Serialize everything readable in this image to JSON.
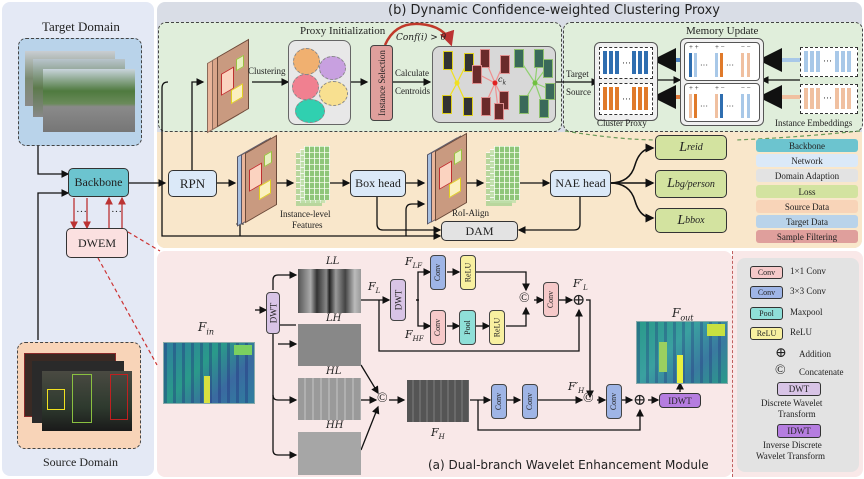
{
  "left_panel": {
    "target_domain_label": "Target Domain",
    "source_domain_label": "Source Domain",
    "backbone_label": "Backbone",
    "dwem_label": "DWEM",
    "ellipsis": "···"
  },
  "section_b": {
    "title": "(b) Dynamic Confidence-weighted Clustering Proxy",
    "proxy_init_label": "Proxy Initialization",
    "clustering_label": "Clustering",
    "instance_selection_label": "Instance Selection",
    "condition_label": "Conf(i) > θ",
    "calculate_label": "Calculate",
    "centroids_label": "Centroids",
    "centroid_symbol": "c",
    "centroid_sub": "k",
    "target_label": "Target",
    "source_label": "Source",
    "memory_update_label": "Memory Update",
    "cluster_proxy_label": "Cluster Proxy",
    "instance_embeddings_label": "Instance Embeddings",
    "plus_plus": "+ +",
    "plus_minus": "+ −",
    "minus_minus": "− −",
    "ellipsis": "···"
  },
  "pipeline": {
    "rpn_label": "RPN",
    "box_head_label": "Box head",
    "nae_head_label": "NAE head",
    "dam_label": "DAM",
    "instance_features_label_1": "Instance-level",
    "instance_features_label_2": "Features",
    "roi_align_label": "RoI-Align",
    "losses": [
      {
        "main": "L",
        "sub": "reid"
      },
      {
        "main": "L",
        "sub": "bg/person"
      },
      {
        "main": "L",
        "sub": "bbox"
      }
    ]
  },
  "legend_top": [
    {
      "label": "Backbone",
      "color": "#6cc4cf"
    },
    {
      "label": "Network",
      "color": "#dbe9f8"
    },
    {
      "label": "Domain Adaption",
      "color": "#e3e3e3"
    },
    {
      "label": "Loss",
      "color": "#d3e3a0"
    },
    {
      "label": "Source Data",
      "color": "#f8d4b8"
    },
    {
      "label": "Target Data",
      "color": "#b9d3ea"
    },
    {
      "label": "Sample Filtering",
      "color": "#df9f9c"
    }
  ],
  "section_a": {
    "title": "(a) Dual-branch Wavelet Enhancement Module",
    "f_in": "F",
    "f_in_sub": "in",
    "f_out": "F",
    "f_out_sub": "out",
    "f_l": "F",
    "f_l_sub": "L",
    "f_lf_sub": "LF",
    "f_hf_sub": "HF",
    "f_h_sub": "H",
    "f_l_prime": "F′",
    "f_h_prime": "F′",
    "ll": "LL",
    "lh": "LH",
    "hl": "HL",
    "hh": "HH",
    "dwt": "DWT",
    "idwt": "IDWT",
    "conv": "Conv",
    "pool": "Pool",
    "relu": "ReLU",
    "concat": "©",
    "add": "⊕"
  },
  "legend_bottom": [
    {
      "chip": "Conv",
      "desc": "1×1 Conv",
      "color": "#f6c9c9"
    },
    {
      "chip": "Conv",
      "desc": "3×3 Conv",
      "color": "#9fb5e6"
    },
    {
      "chip": "Pool",
      "desc": "Maxpool",
      "color": "#8fdfd8"
    },
    {
      "chip": "ReLU",
      "desc": "ReLU",
      "color": "#f8f0a0"
    }
  ],
  "legend_symbols": {
    "addition_symbol": "⊕",
    "addition_label": "Addition",
    "concat_symbol": "©",
    "concat_label": "Concatenate",
    "dwt_chip": "DWT",
    "dwt_desc_1": "Discrete Wavelet",
    "dwt_desc_2": "Transform",
    "idwt_chip": "IDWT",
    "idwt_desc_1": "Inverse Discrete",
    "idwt_desc_2": "Wavelet Transform"
  },
  "colors": {
    "left_bg": "#e4e9f5",
    "b_header_bg": "#d9dde6",
    "b_green_bg": "#e0eedb",
    "pipeline_bg": "#f9e7cb",
    "a_bg": "#f9e8e8",
    "legend_bg": "#e3e3e3",
    "backbone": "#6cc4cf",
    "network": "#dbe9f8",
    "dwem": "#fbe0e0",
    "instance_sel": "#df9f9c",
    "dwt": "#d8c4e6",
    "idwt": "#b57de0"
  }
}
